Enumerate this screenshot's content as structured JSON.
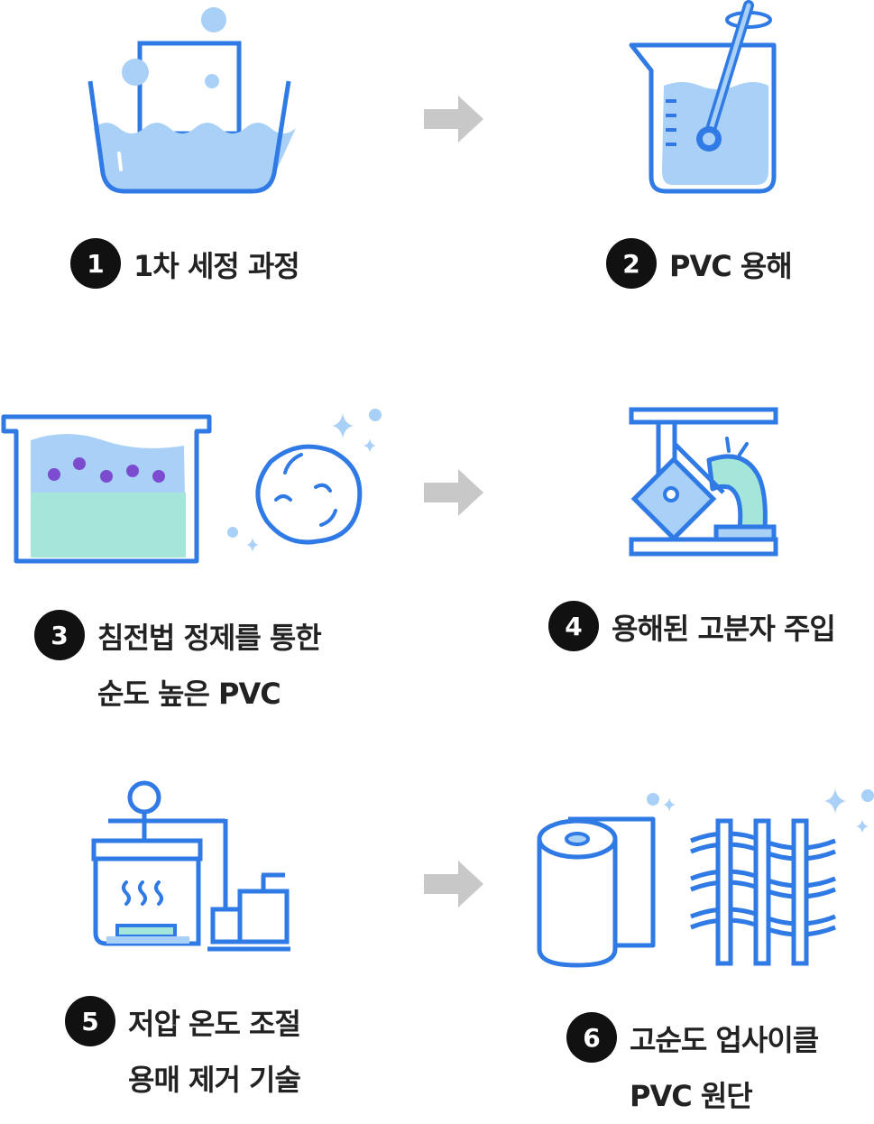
{
  "colors": {
    "outline": "#2f7ae5",
    "water": "#a9d0f7",
    "mint": "#a4e6da",
    "particle": "#7b4ccf",
    "arrow": "#c8c8c8",
    "badge": "#111111",
    "text": "#222222"
  },
  "steps": [
    {
      "number": "1",
      "lines": [
        "1차 세정 과정"
      ],
      "icon": "washing-basin-icon"
    },
    {
      "number": "2",
      "lines": [
        "PVC 용해"
      ],
      "icon": "beaker-stirring-icon"
    },
    {
      "number": "3",
      "lines": [
        "침전법 정제를 통한",
        "순도 높은 PVC"
      ],
      "icon": "precipitation-tank-icon"
    },
    {
      "number": "4",
      "lines": [
        "용해된 고분자 주입"
      ],
      "icon": "injection-machine-icon"
    },
    {
      "number": "5",
      "lines": [
        "저압 온도 조절",
        "용매 제거 기술"
      ],
      "icon": "heating-vessel-icon"
    },
    {
      "number": "6",
      "lines": [
        "고순도 업사이클",
        "PVC 원단"
      ],
      "icon": "fabric-roll-icon"
    }
  ]
}
